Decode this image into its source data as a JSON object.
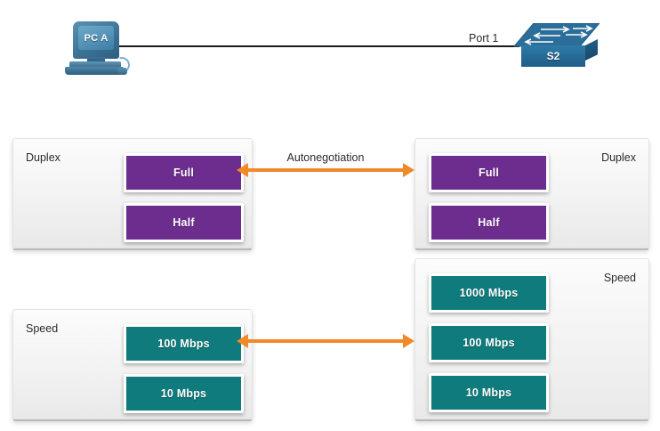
{
  "topology": {
    "pc": {
      "label": "PC A",
      "icon": "desktop-computer-icon"
    },
    "switch": {
      "label": "S2",
      "icon": "network-switch-icon"
    },
    "port_label": "Port 1",
    "link": "ethernet-cable"
  },
  "negotiation": {
    "label": "Autonegotiation",
    "arrow_icon": "double-headed-arrow-icon"
  },
  "colors": {
    "duplex_chip": "#6c2d8f",
    "speed_chip": "#0f7b7c",
    "arrow": "#f08a28",
    "panel_background": "#f4f4f4",
    "cable": "#1b1b1b"
  },
  "panels": {
    "duplex_left": {
      "title": "Duplex",
      "side": "left",
      "options": [
        {
          "label": "Full",
          "selected": true
        },
        {
          "label": "Half",
          "selected": false
        }
      ]
    },
    "duplex_right": {
      "title": "Duplex",
      "side": "right",
      "options": [
        {
          "label": "Full",
          "selected": true
        },
        {
          "label": "Half",
          "selected": false
        }
      ]
    },
    "speed_left": {
      "title": "Speed",
      "side": "left",
      "options": [
        {
          "label": "100 Mbps",
          "selected": true
        },
        {
          "label": "10 Mbps",
          "selected": false
        }
      ]
    },
    "speed_right": {
      "title": "Speed",
      "side": "right",
      "options": [
        {
          "label": "1000 Mbps",
          "selected": false
        },
        {
          "label": "100 Mbps",
          "selected": true
        },
        {
          "label": "10 Mbps",
          "selected": false
        }
      ]
    }
  }
}
